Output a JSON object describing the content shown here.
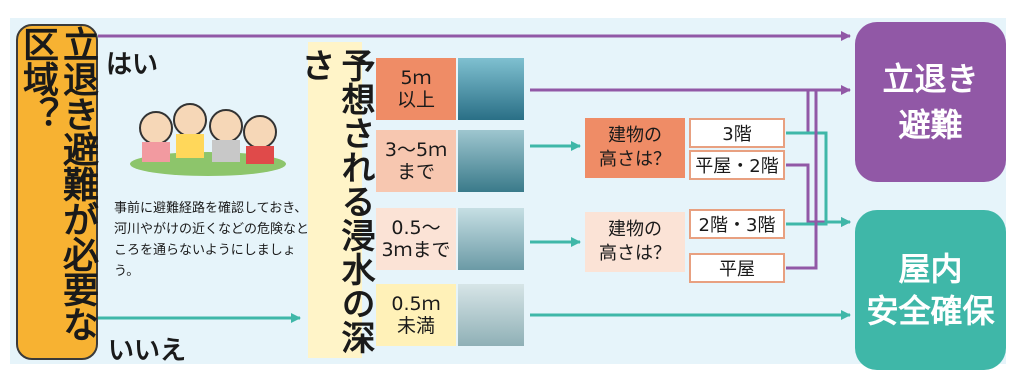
{
  "question": "立退き避難が必要な区域？",
  "yes_label": "はい",
  "no_label": "いいえ",
  "advice_text": "事前に避難経路を確認しておき、河川やがけの近くなどの危険なところを通らないようにしましょう。",
  "depth_title": "予想される浸水の深さ",
  "depths": [
    {
      "line1": "5ｍ",
      "line2": "以上",
      "color": "#ef8c66"
    },
    {
      "line1": "3～5ｍ",
      "line2": "まで",
      "color": "#f7c7b0"
    },
    {
      "line1": "0.5～",
      "line2": "3ｍまで",
      "color": "#fbe3d6"
    },
    {
      "line1": "0.5ｍ",
      "line2": "未満",
      "color": "#fff1b8"
    }
  ],
  "building_question_1": {
    "line1": "建物の",
    "line2": "高さは？",
    "color": "#ef8c66"
  },
  "building_question_2": {
    "line1": "建物の",
    "line2": "高さは？",
    "color": "#fbe3d6"
  },
  "floors_1": [
    "3階",
    "平屋・2階"
  ],
  "floors_2": [
    "2階・3階",
    "平屋"
  ],
  "outcome_evacuate": {
    "line1": "立退き",
    "line2": "避難",
    "color": "#9158a6"
  },
  "outcome_shelter": {
    "line1": "屋内",
    "line2": "安全確保",
    "color": "#3fb7a8"
  },
  "arrow_colors": {
    "purple": "#9158a6",
    "teal": "#3fb7a8"
  }
}
